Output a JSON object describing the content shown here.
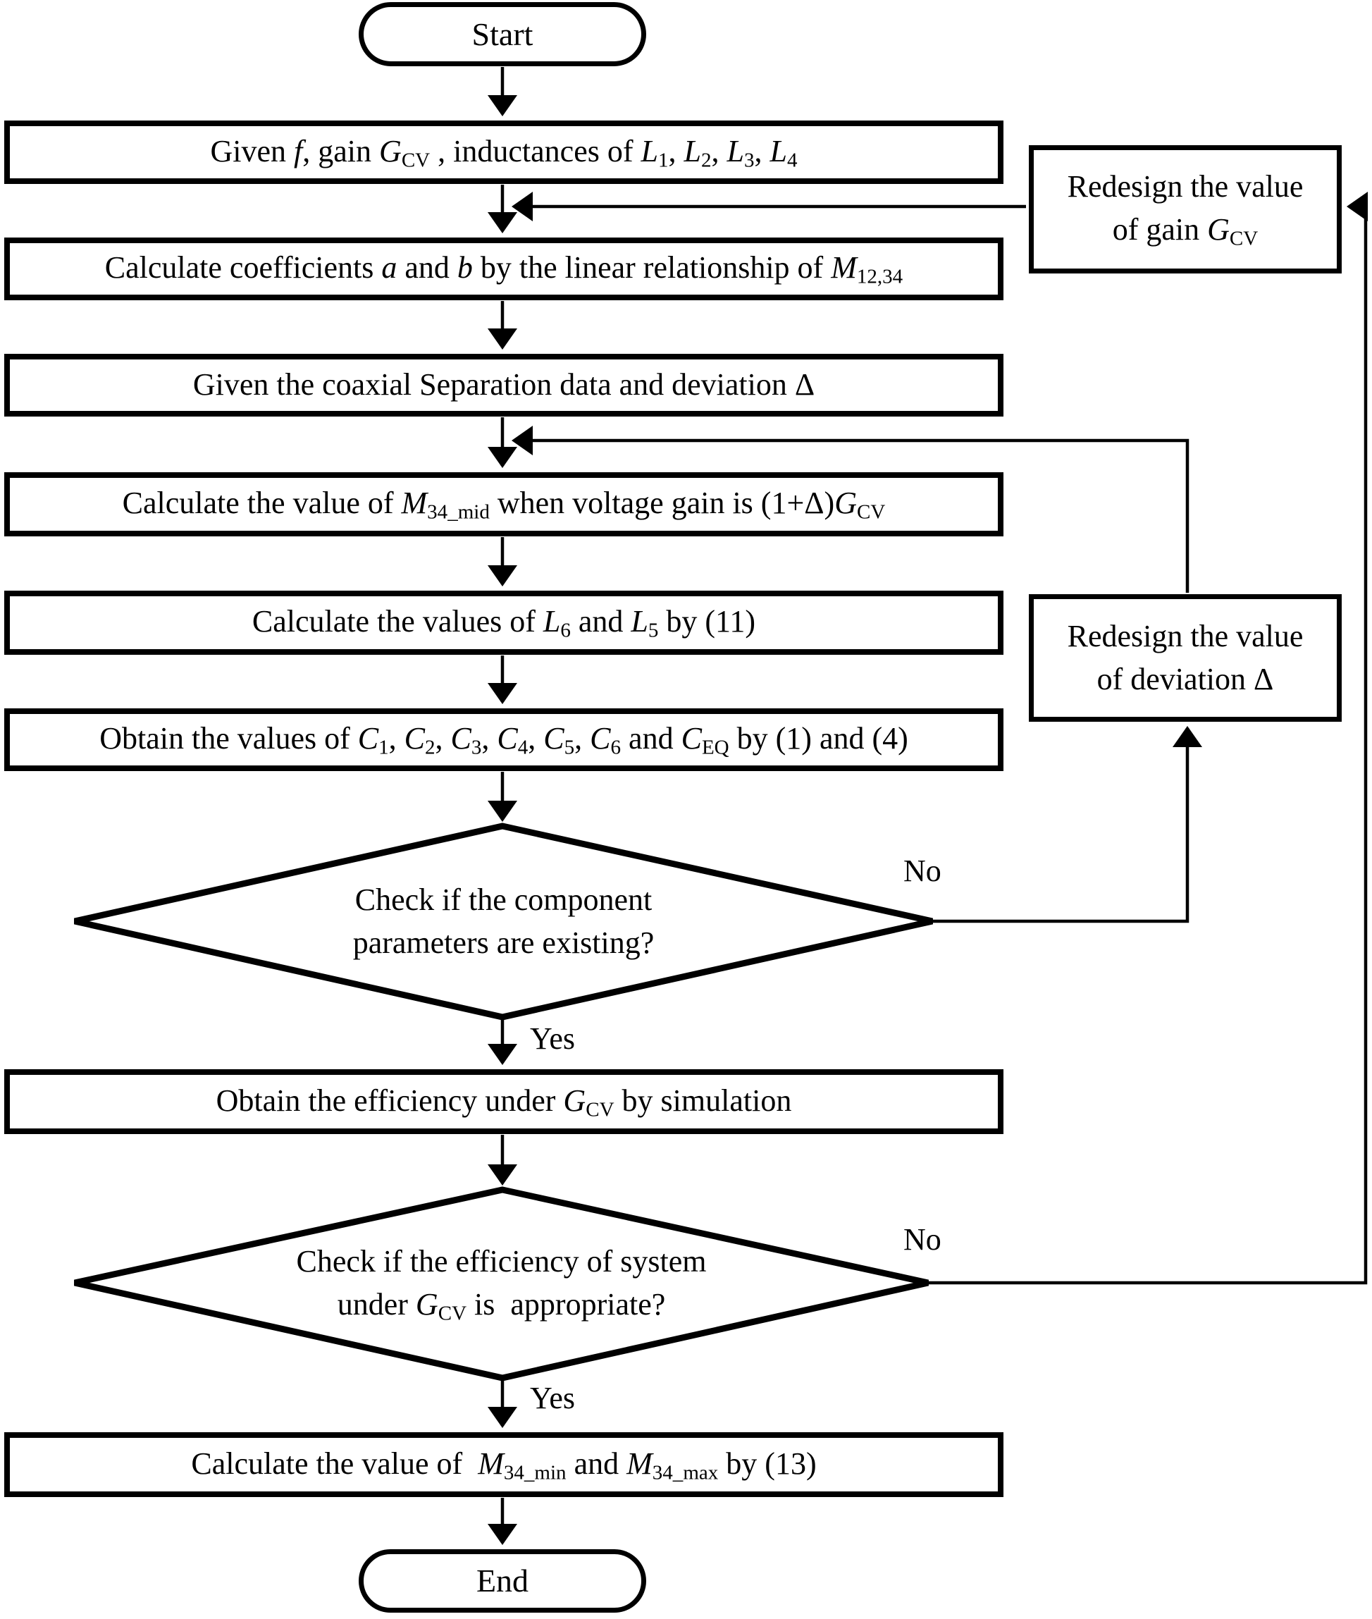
{
  "diagram": {
    "type": "flowchart",
    "colors": {
      "stroke": "#000000",
      "fill": "#ffffff"
    },
    "nodes": {
      "start": {
        "shape": "terminal",
        "label": [
          {
            "t": "Start"
          }
        ]
      },
      "given_inputs": {
        "shape": "process",
        "label": [
          {
            "t": "Given "
          },
          {
            "t": "f",
            "s": "i"
          },
          {
            "t": ", gain "
          },
          {
            "t": "G",
            "s": "i"
          },
          {
            "t": "CV",
            "s": "sub"
          },
          {
            "t": " , inductances of "
          },
          {
            "t": "L",
            "s": "i"
          },
          {
            "t": "1",
            "s": "sub"
          },
          {
            "t": ", "
          },
          {
            "t": "L",
            "s": "i"
          },
          {
            "t": "2",
            "s": "sub"
          },
          {
            "t": ", "
          },
          {
            "t": "L",
            "s": "i"
          },
          {
            "t": "3",
            "s": "sub"
          },
          {
            "t": ", "
          },
          {
            "t": "L",
            "s": "i"
          },
          {
            "t": "4",
            "s": "sub"
          }
        ]
      },
      "calc_coefficients": {
        "shape": "process",
        "label": [
          {
            "t": "Calculate coefficients "
          },
          {
            "t": "a",
            "s": "i"
          },
          {
            "t": " and "
          },
          {
            "t": "b",
            "s": "i"
          },
          {
            "t": " by the linear relationship of "
          },
          {
            "t": "M",
            "s": "i"
          },
          {
            "t": "12,34",
            "s": "sub"
          }
        ]
      },
      "given_separation": {
        "shape": "process",
        "label": [
          {
            "t": "Given the coaxial Separation data and deviation Δ"
          }
        ]
      },
      "calc_m34mid": {
        "shape": "process",
        "label": [
          {
            "t": "Calculate the value of "
          },
          {
            "t": "M",
            "s": "i"
          },
          {
            "t": "34_mid",
            "s": "sub"
          },
          {
            "t": " when voltage gain is (1+Δ)"
          },
          {
            "t": "G",
            "s": "i"
          },
          {
            "t": "CV",
            "s": "sub"
          }
        ]
      },
      "calc_l6_l5": {
        "shape": "process",
        "label": [
          {
            "t": "Calculate the values of "
          },
          {
            "t": "L",
            "s": "i"
          },
          {
            "t": "6",
            "s": "sub"
          },
          {
            "t": " and "
          },
          {
            "t": "L",
            "s": "i"
          },
          {
            "t": "5",
            "s": "sub"
          },
          {
            "t": " by (11)"
          }
        ]
      },
      "obtain_capacitors": {
        "shape": "process",
        "label": [
          {
            "t": "Obtain the values of "
          },
          {
            "t": "C",
            "s": "i"
          },
          {
            "t": "1",
            "s": "sub"
          },
          {
            "t": ", "
          },
          {
            "t": "C",
            "s": "i"
          },
          {
            "t": "2",
            "s": "sub"
          },
          {
            "t": ", "
          },
          {
            "t": "C",
            "s": "i"
          },
          {
            "t": "3",
            "s": "sub"
          },
          {
            "t": ", "
          },
          {
            "t": "C",
            "s": "i"
          },
          {
            "t": "4",
            "s": "sub"
          },
          {
            "t": ", "
          },
          {
            "t": "C",
            "s": "i"
          },
          {
            "t": "5",
            "s": "sub"
          },
          {
            "t": ", "
          },
          {
            "t": "C",
            "s": "i"
          },
          {
            "t": "6",
            "s": "sub"
          },
          {
            "t": " and "
          },
          {
            "t": "C",
            "s": "i"
          },
          {
            "t": "EQ",
            "s": "sub"
          },
          {
            "t": " by (1) and (4)"
          }
        ]
      },
      "check_components": {
        "shape": "decision",
        "label": [
          {
            "t": "Check if the component"
          },
          {
            "br": true
          },
          {
            "t": "parameters are existing?"
          }
        ]
      },
      "obtain_efficiency": {
        "shape": "process",
        "label": [
          {
            "t": "Obtain the efficiency under "
          },
          {
            "t": "G",
            "s": "i"
          },
          {
            "t": "CV",
            "s": "sub"
          },
          {
            "t": " by simulation"
          }
        ]
      },
      "check_efficiency": {
        "shape": "decision",
        "label": [
          {
            "t": "Check if the efficiency of system"
          },
          {
            "br": true
          },
          {
            "t": "under "
          },
          {
            "t": "G",
            "s": "i"
          },
          {
            "t": "CV",
            "s": "sub"
          },
          {
            "t": " is  appropriate?"
          }
        ]
      },
      "calc_m34_minmax": {
        "shape": "process",
        "label": [
          {
            "t": "Calculate the value of  "
          },
          {
            "t": "M",
            "s": "i"
          },
          {
            "t": "34_min",
            "s": "sub"
          },
          {
            "t": " and "
          },
          {
            "t": "M",
            "s": "i"
          },
          {
            "t": "34_max",
            "s": "sub"
          },
          {
            "t": " by (13)"
          }
        ]
      },
      "end": {
        "shape": "terminal",
        "label": [
          {
            "t": "End"
          }
        ]
      },
      "redesign_gain": {
        "shape": "process",
        "label": [
          {
            "t": "Redesign the value"
          },
          {
            "br": true
          },
          {
            "t": "of gain "
          },
          {
            "t": "G",
            "s": "i"
          },
          {
            "t": "CV",
            "s": "sub"
          }
        ]
      },
      "redesign_deviation": {
        "shape": "process",
        "label": [
          {
            "t": "Redesign the value"
          },
          {
            "br": true
          },
          {
            "t": "of deviation Δ"
          }
        ]
      }
    },
    "edge_labels": {
      "decision1_no": "No",
      "decision1_yes": "Yes",
      "decision2_no": "No",
      "decision2_yes": "Yes"
    }
  }
}
